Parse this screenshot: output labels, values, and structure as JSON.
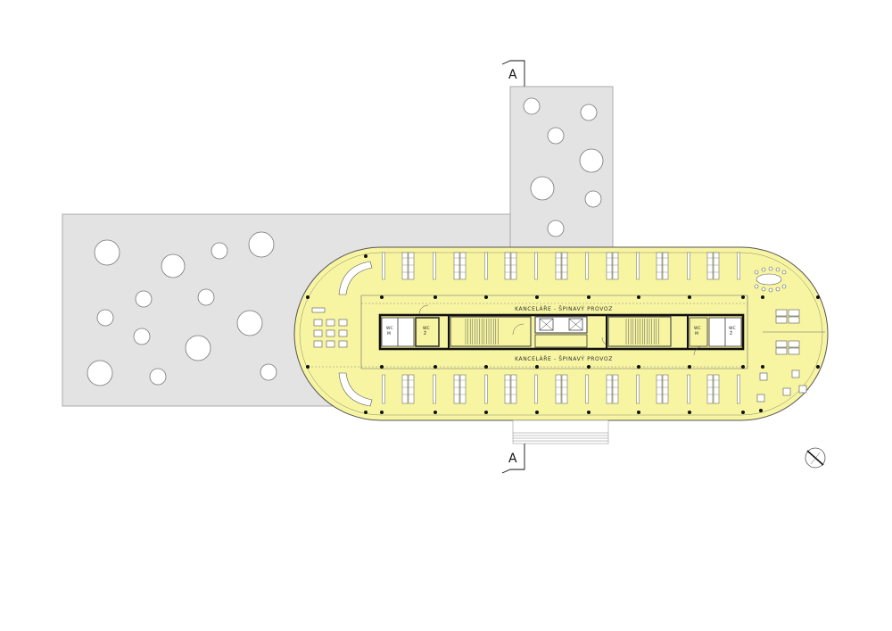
{
  "section_marker": "A",
  "corridor_labels": [
    "KANCELÁŘE - ŠPINAVÝ PROVOZ",
    "KANCELÁŘE - ŠPINAVÝ PROVOZ"
  ],
  "wc_labels": [
    {
      "top": "WC",
      "bottom": "M"
    },
    {
      "top": "WC",
      "bottom": "Ž"
    },
    {
      "top": "WC",
      "bottom": "M"
    },
    {
      "top": "WC",
      "bottom": "Ž"
    }
  ],
  "colors": {
    "floor": "#f7f5a2",
    "roof": "#e3e3e3",
    "wall": "#111111",
    "line": "#666666"
  }
}
